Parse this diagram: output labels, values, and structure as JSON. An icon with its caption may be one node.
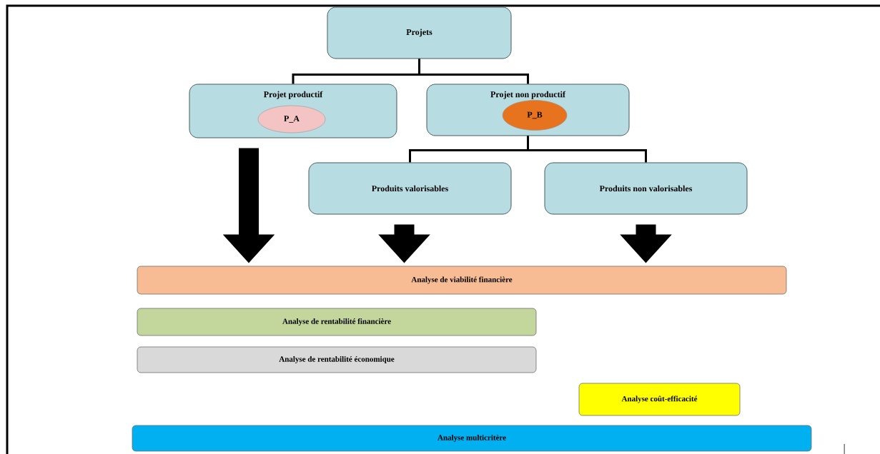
{
  "diagram": {
    "nodes": [
      {
        "text": [
          "Projets"
        ]
      },
      {
        "text": [
          "Projet productif"
        ]
      },
      {
        "text": [
          "P_A"
        ],
        "in": 1
      },
      {
        "text": [
          "Projet non productif"
        ]
      },
      {
        "text": [
          "P_B"
        ],
        "in": 3
      },
      {
        "text": [
          "Produits valorisables"
        ]
      },
      {
        "text": [
          "Produits non valorisables"
        ]
      },
      {
        "text": [
          "Analyse de viabilité financière"
        ]
      },
      {
        "text": [
          "Analyse de rentabilité financière"
        ]
      },
      {
        "text": [
          "Analyse de rentabilité économique"
        ]
      },
      {
        "text": [
          "Analyse coût-efficacité"
        ]
      },
      {
        "text": [
          "Analyse multicritère"
        ]
      }
    ],
    "edges": [
      {
        "from": 0,
        "to": 1,
        "arrow": "none"
      },
      {
        "from": 0,
        "to": 3,
        "arrow": "none"
      },
      {
        "from": 3,
        "to": 5,
        "arrow": "none"
      },
      {
        "from": 3,
        "to": 6,
        "arrow": "none"
      },
      {
        "from": 1,
        "to": 7,
        "arrow": "to",
        "style": "thick"
      },
      {
        "from": 5,
        "to": 7,
        "arrow": "to",
        "style": "thick"
      },
      {
        "from": 6,
        "to": 7,
        "arrow": "to",
        "style": "thick"
      }
    ]
  }
}
